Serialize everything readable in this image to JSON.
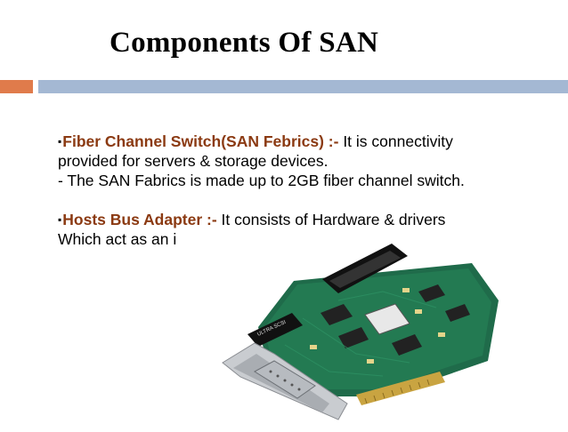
{
  "slide": {
    "title": "Components Of SAN",
    "accent_colors": {
      "orange": "#e07b4b",
      "blue": "#a4b8d3",
      "term": "#8b3a12"
    }
  },
  "items": [
    {
      "term": "Fiber Channel Switch(SAN Febrics) :-",
      "line1_rest": " It is connectivity",
      "line2": "provided for servers & storage devices.",
      "line3": "- The SAN Fabrics is made up to 2GB fiber channel switch."
    },
    {
      "term": "Hosts Bus Adapter :-",
      "line1_rest": " It consists of Hardware & drivers",
      "line2": "Which act as an i"
    }
  ],
  "image": {
    "card_label": "ULTRA SCSI"
  }
}
